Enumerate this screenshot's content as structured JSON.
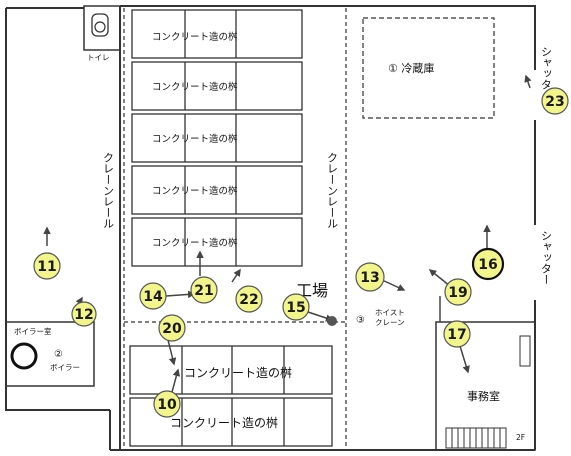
{
  "labels": {
    "toilet": "トイレ",
    "freezer": "① 冷蔵庫",
    "shutter_top": "シャッター",
    "shutter_right": "シャッター",
    "crane_rail_left": "クレーンレール",
    "crane_rail_right": "クレーンレール",
    "factory": "工場",
    "hoist_num": "③",
    "hoist_line1": "ホイスト",
    "hoist_line2": "クレーン",
    "boiler_room": "ボイラー室",
    "boiler_num": "②",
    "boiler": "ボイラー",
    "office": "事務室",
    "floor_2f": "2F"
  },
  "tanks": {
    "upper": [
      "コンクリート造の桝",
      "コンクリート造の桝",
      "コンクリート造の桝",
      "コンクリート造の桝",
      "コンクリート造の桝"
    ],
    "lower": [
      "コンクリート造の桝",
      "コンクリート造の桝"
    ]
  },
  "markers": [
    {
      "num": "10"
    },
    {
      "num": "11"
    },
    {
      "num": "12"
    },
    {
      "num": "13"
    },
    {
      "num": "14"
    },
    {
      "num": "15"
    },
    {
      "num": "16"
    },
    {
      "num": "17"
    },
    {
      "num": "19"
    },
    {
      "num": "20"
    },
    {
      "num": "21"
    },
    {
      "num": "22"
    },
    {
      "num": "23"
    }
  ]
}
